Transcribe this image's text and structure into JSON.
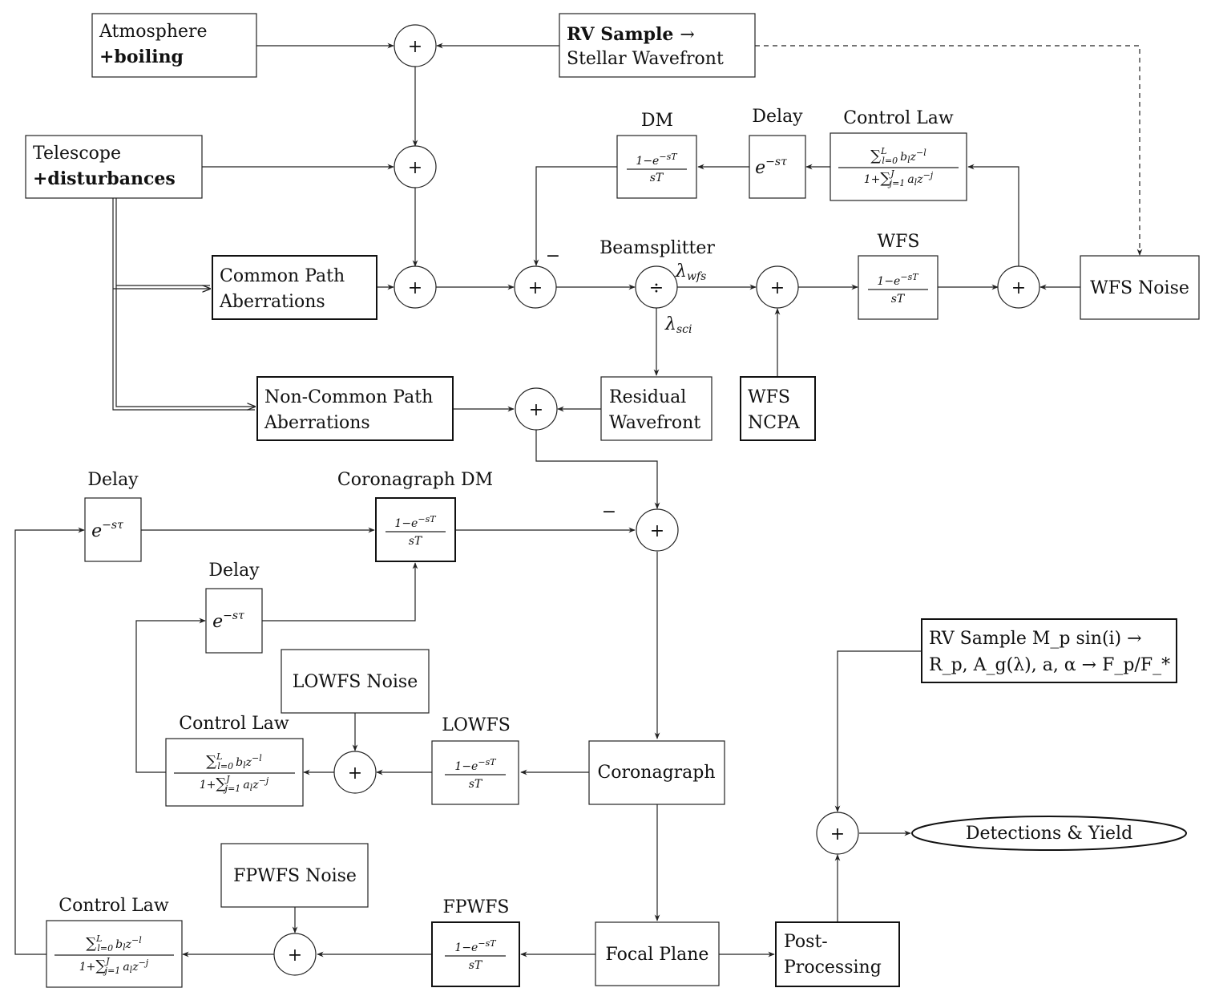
{
  "diagram": {
    "blocks": {
      "atmosphere": {
        "line1": "Atmosphere",
        "line2": "+boiling"
      },
      "rv_sample": {
        "line1": "RV Sample",
        "arrow": "→",
        "line2": "Stellar Wavefront"
      },
      "telescope": {
        "line1": "Telescope",
        "line2": "+disturbances"
      },
      "common_path": {
        "line1": "Common Path",
        "line2": "Aberrations"
      },
      "non_common_path": {
        "line1": "Non-Common Path",
        "line2": "Aberrations"
      },
      "residual": {
        "line1": "Residual",
        "line2": "Wavefront"
      },
      "wfs_ncpa": {
        "line1": "WFS",
        "line2": "NCPA"
      },
      "wfs_noise": {
        "text": "WFS Noise"
      },
      "lowfs_noise": {
        "text": "LOWFS Noise"
      },
      "fpwfs_noise": {
        "text": "FPWFS Noise"
      },
      "coronagraph": {
        "text": "Coronagraph"
      },
      "focal_plane": {
        "text": "Focal Plane"
      },
      "post_processing": {
        "line1": "Post-",
        "line2": "Processing"
      },
      "detections": {
        "text": "Detections & Yield"
      },
      "rv_sample_planet": {
        "line1": "RV Sample M_p sin(i) →",
        "line2": "R_p, A_g(λ), a, α → F_p/F_*"
      }
    },
    "labels": {
      "dm": "DM",
      "delay_top": "Delay",
      "control_law_top": "Control Law",
      "wfs": "WFS",
      "beamsplitter": "Beamsplitter",
      "lambda_wfs": "λ",
      "lambda_wfs_sub": "wfs",
      "lambda_sci": "λ",
      "lambda_sci_sub": "sci",
      "delay_left": "Delay",
      "coronagraph_dm": "Coronagraph DM",
      "delay_mid": "Delay",
      "control_law_mid": "Control Law",
      "lowfs": "LOWFS",
      "control_law_bottom": "Control Law",
      "fpwfs": "FPWFS",
      "minus_top": "−",
      "minus_mid": "−"
    },
    "symbols": {
      "plus": "+",
      "divide": "÷"
    },
    "transfer": {
      "integrator_num": "1−e",
      "integrator_exp": "−sT",
      "integrator_den": "sT",
      "delay_base": "e",
      "delay_exp": "−sτ",
      "cl_num_sum": "∑",
      "cl_num_sup": "L",
      "cl_num_sub": "l=0",
      "cl_num_term": "b",
      "cl_num_term_sub": "l",
      "cl_num_z": "z",
      "cl_num_z_exp": "−l",
      "cl_den_one": "1+",
      "cl_den_sum": "∑",
      "cl_den_sup": "J",
      "cl_den_sub": "j=1",
      "cl_den_term": "a",
      "cl_den_term_sub": "l",
      "cl_den_z": "z",
      "cl_den_z_exp": "−j"
    }
  }
}
